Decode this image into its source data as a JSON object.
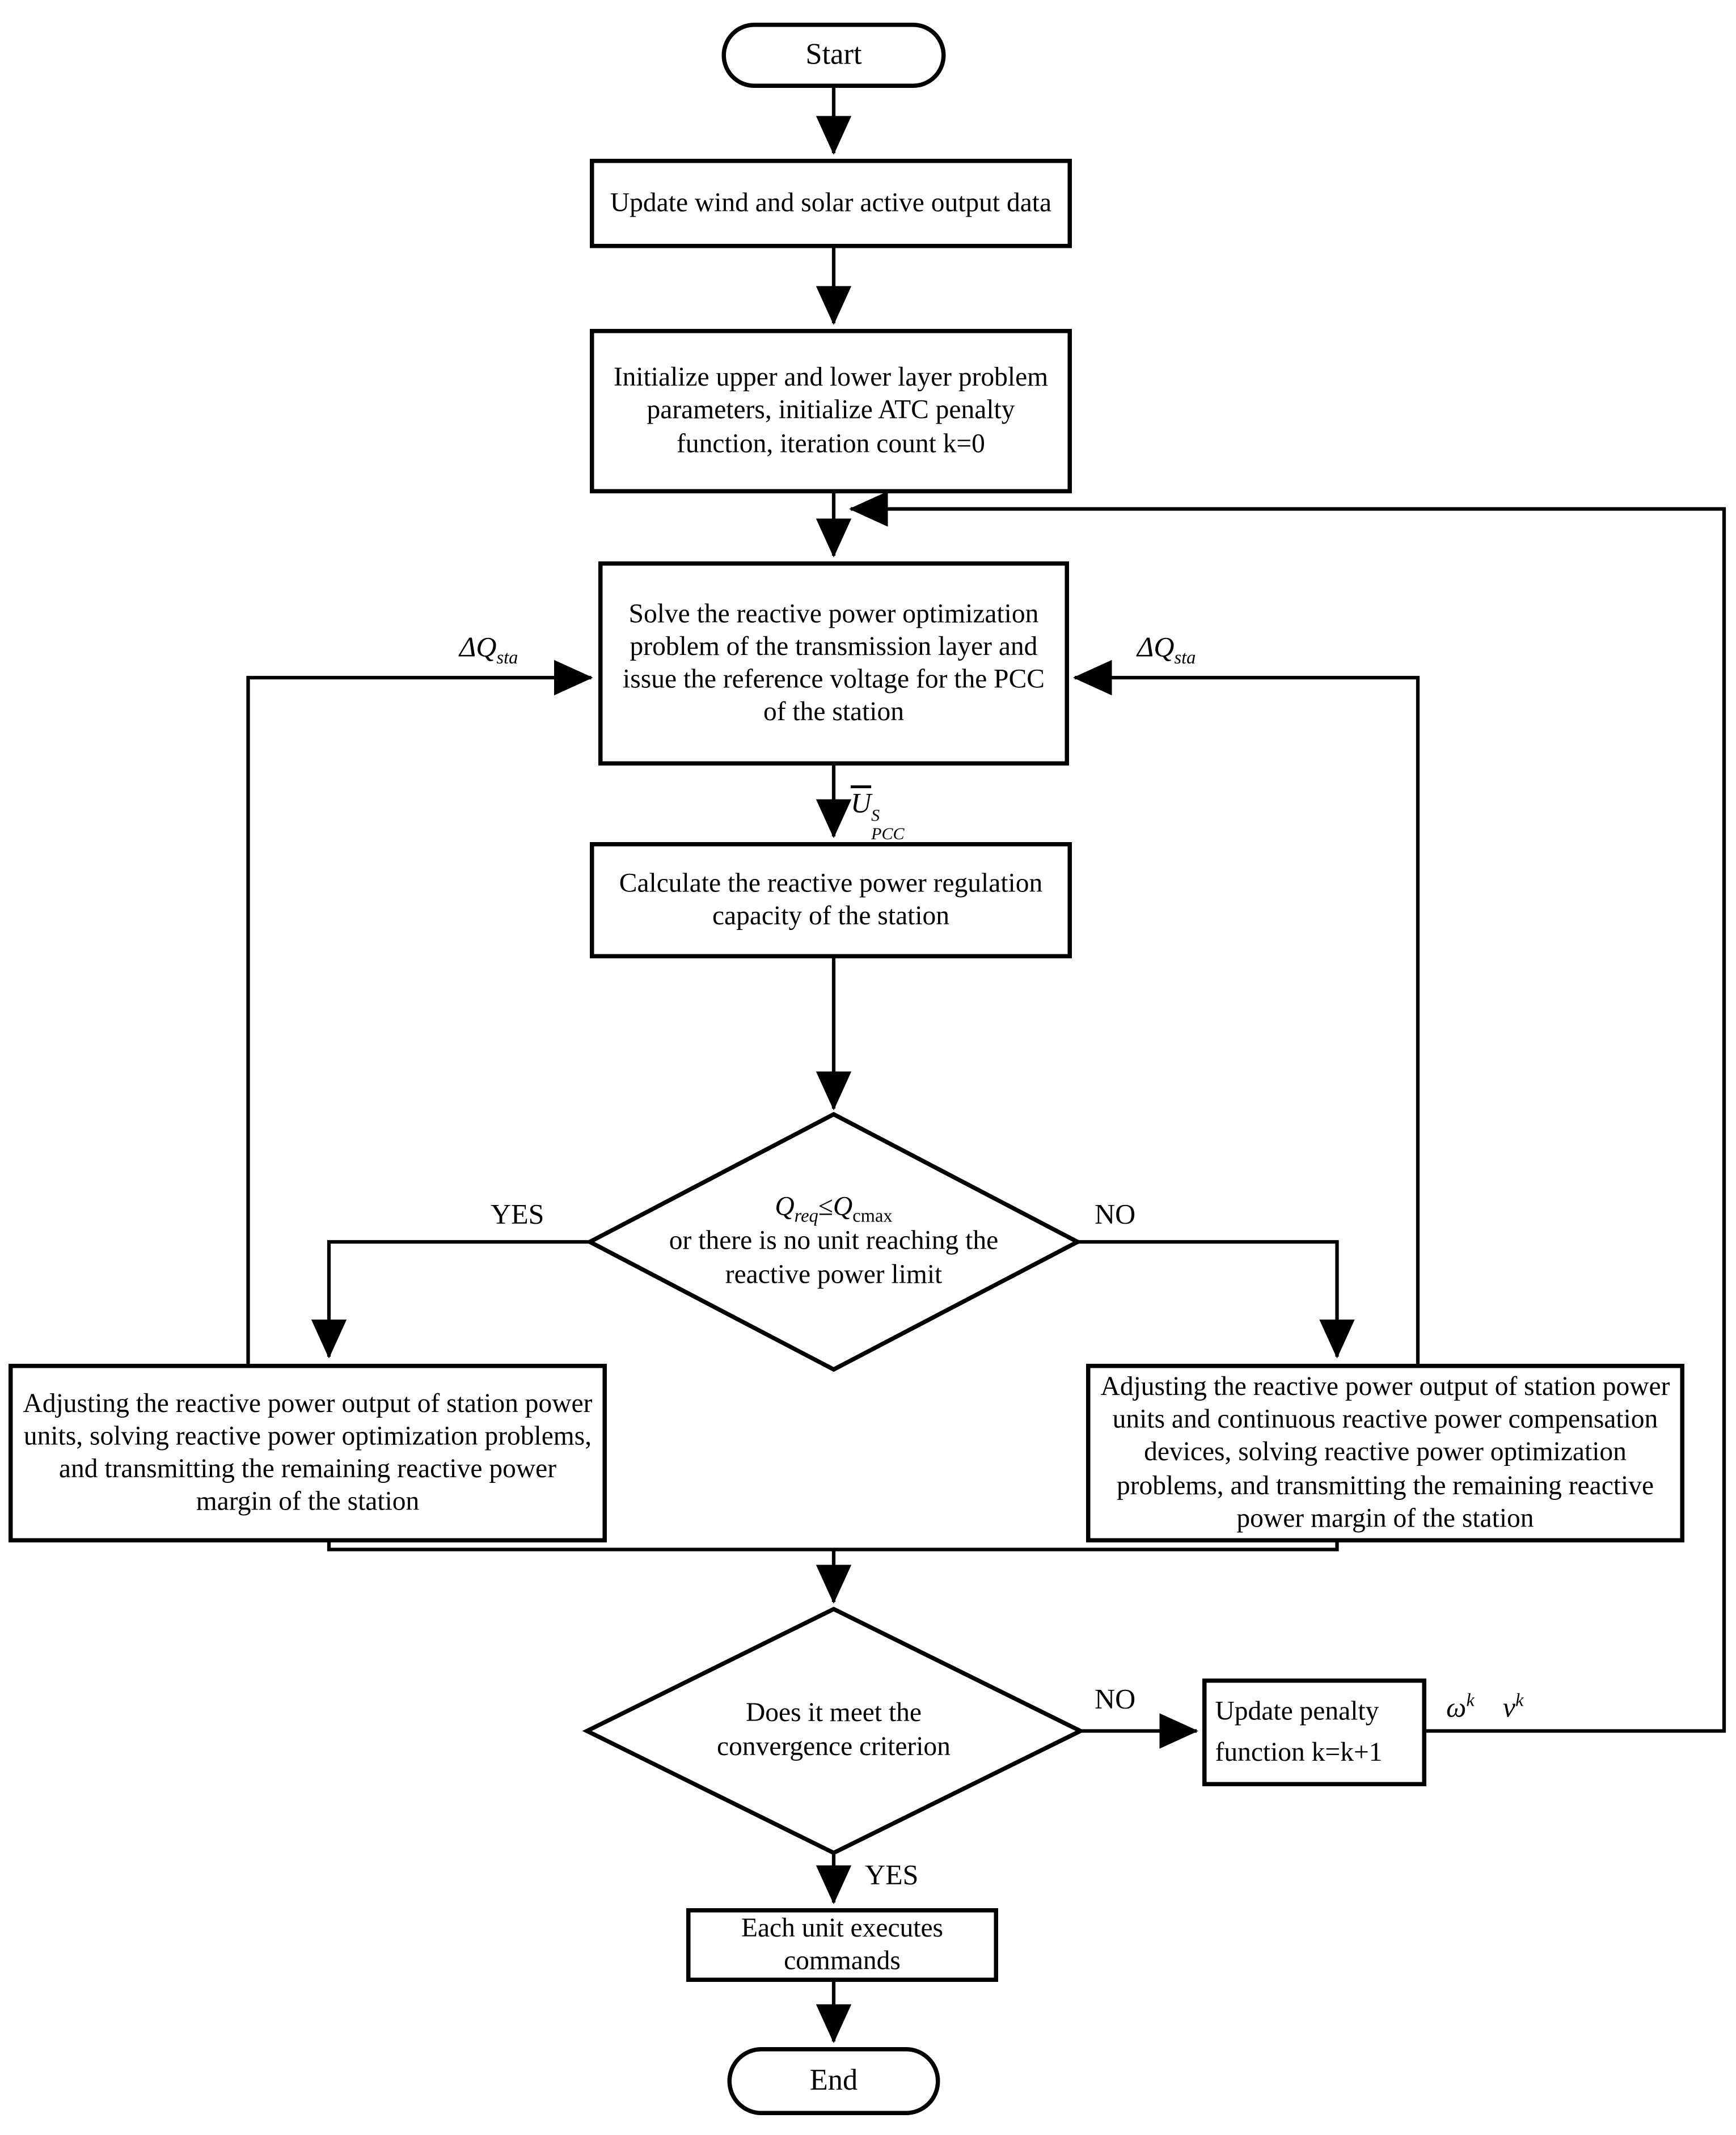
{
  "nodes": {
    "start": "Start",
    "update": "Update wind and solar active output data",
    "init": "Initialize upper and lower layer problem parameters, initialize ATC penalty function, iteration count k=0",
    "solve": "Solve the reactive power optimization problem of the transmission layer and issue the reference voltage for the PCC of the station",
    "calc": "Calculate the reactive power regulation capacity of the station",
    "decision1": {
      "q1": "Q",
      "q1_sub": "req",
      "op": "≤",
      "q2": "Q",
      "q2_sub": "cmax",
      "rest": "or there is no unit reaching the reactive power limit"
    },
    "adjust_left": "Adjusting the reactive power output of station power units, solving reactive power optimization problems, and transmitting the remaining reactive power margin of the station",
    "adjust_right": "Adjusting the reactive power output of station power units and continuous reactive power compensation devices, solving reactive power optimization problems, and transmitting the remaining reactive power margin of the station",
    "decision2": "Does it meet the convergence criterion",
    "penalty_line1": "Update penalty",
    "penalty_line2": "function k=k+1",
    "execute": "Each unit executes commands",
    "end": "End"
  },
  "labels": {
    "yes1": "YES",
    "no1": "NO",
    "yes2": "YES",
    "no2": "NO",
    "dq": {
      "base": "ΔQ",
      "sub": "sta"
    },
    "u_pcc": {
      "base": "U",
      "sup": "S",
      "sub": "PCC"
    },
    "omega": {
      "base": "ω",
      "sup": "k"
    },
    "nu": {
      "base": "v",
      "sup": "k"
    }
  },
  "colors": {
    "line": "#000000",
    "background": "#ffffff",
    "box_fill": "#ffffff"
  }
}
